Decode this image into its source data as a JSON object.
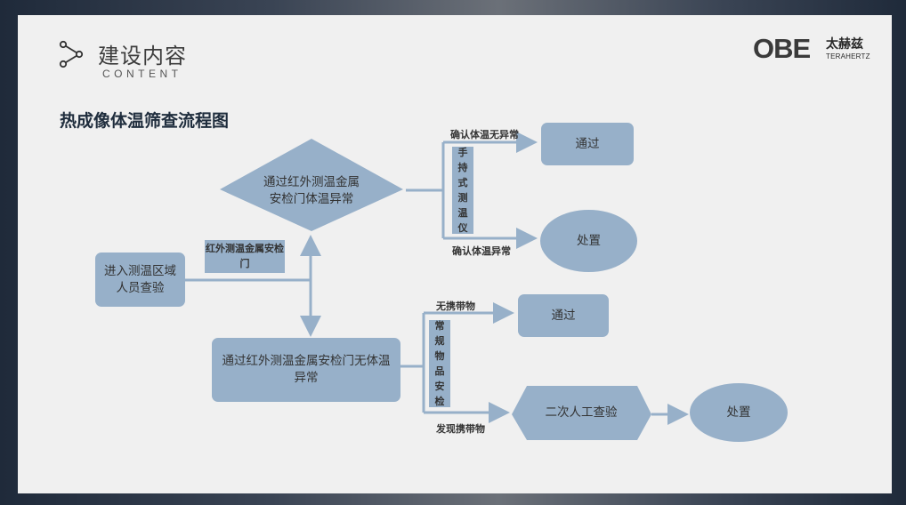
{
  "header": {
    "title": "建设内容",
    "subtitle": "CONTENT",
    "icon": "share-nodes-icon"
  },
  "logo": {
    "mark": "OBE",
    "cn": "太赫兹",
    "en": "TERAHERTZ"
  },
  "page_title": "热成像体温筛查流程图",
  "nodes": {
    "start": "进入测温区域人员查验",
    "diamond": "通过红外测温金属安检门体温异常",
    "no_anomaly": "通过红外测温金属安检门无体温异常",
    "pass_top": "通过",
    "handle_top": "处置",
    "pass_mid": "通过",
    "manual_check": "二次人工查验",
    "handle_bottom": "处置"
  },
  "labels": {
    "gate": "红外测温金属安检门",
    "handheld": "手持式测温仪",
    "confirm_normal": "确认体温无异常",
    "confirm_abnormal": "确认体温异常",
    "routine_check": "常规物品安检",
    "no_items": "无携带物",
    "found_items": "发现携带物"
  },
  "colors": {
    "node_fill": "#97b0c9",
    "slide_bg": "#f0f0f0",
    "title": "#1f2d3d"
  }
}
